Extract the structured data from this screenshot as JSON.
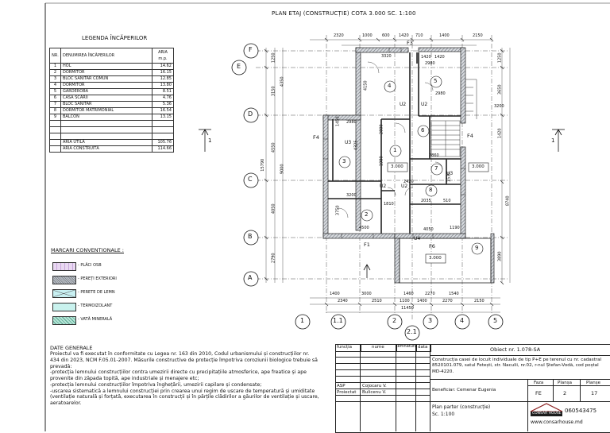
{
  "sheet": {
    "title": "PLAN ETAJ (CONSTRUCȚIE) COTA 3.000  SC. 1:100"
  },
  "legend": {
    "title": "LEGENDA ÎNCĂPERILOR",
    "headers": {
      "nr": "NR.",
      "name": "DENUMIREA ÎNCĂPERILOR",
      "area": "ARIA m.p."
    },
    "rows": [
      {
        "nr": "1",
        "name": "HOL",
        "area": "14.62"
      },
      {
        "nr": "2",
        "name": "DORMITOR",
        "area": "16.15"
      },
      {
        "nr": "3",
        "name": "BLOC SANITAR COMUN",
        "area": "12.85"
      },
      {
        "nr": "4",
        "name": "DORMITOR",
        "area": "13.80"
      },
      {
        "nr": "5",
        "name": "GARDEROBA",
        "area": "8.51"
      },
      {
        "nr": "6",
        "name": "CASA SCĂRII",
        "area": "4.76"
      },
      {
        "nr": "7",
        "name": "BLOC SANITAR",
        "area": "5.36"
      },
      {
        "nr": "8",
        "name": "DORMITOR MATRIMONIAL",
        "area": "16.54"
      },
      {
        "nr": "9",
        "name": "BALCON",
        "area": "13.15"
      }
    ],
    "totals": [
      {
        "name": "ARIA UTILĂ",
        "area": "105.76"
      },
      {
        "name": "ARIA CONSTRUITĂ",
        "area": "114.66"
      }
    ]
  },
  "conventions": {
    "title": "MARCARI CONVENTIONALE :",
    "items": [
      {
        "label": "- PLĂCI OSB",
        "color": "#e9d8f2"
      },
      {
        "label": "- PEREȚI EXTERIORI",
        "color": "#9aa0a8"
      },
      {
        "label": "- PERETE DE LEMN",
        "color": "#c8f0f2"
      },
      {
        "label": "- TERMOIZOLANT",
        "color": "#c9f2ee"
      },
      {
        "label": "- VATĂ MINERALĂ",
        "color": "#b6e6d8"
      }
    ]
  },
  "general": {
    "heading": "DATE GENERALE",
    "paragraphs": [
      "Proiectul va fi executat în conformitate cu Legea nr. 163 din 2010, Codul urbanismului și construcțiilor nr. 434 din 2023, NCM F.05.01-2007. Măsurile constructive de protecție împotriva coroziunii biologice trebuie să prevadă:",
      "-protecția lemnului construcțiilor contra umezirii directe cu precipitațiile atmosferice, ape freatice și ape provenite din zăpada topită, ape industriale și menajere etc;",
      "-protecția lemnului construcțiilor împotriva înghețării, umezirii capilare și condensate;",
      "-uscarea sistematică a lemnului construcției prin crearea unui regim de uscare de temperatură și umiditate (ventilație naturală și forțată, executarea în construcții și în părțile clădirilor a găurilor de ventilație și uscare, aeratoarelor."
    ]
  },
  "plan": {
    "axes_letters": [
      "F",
      "E",
      "D",
      "C",
      "B",
      "A"
    ],
    "axes_numbers": [
      "1",
      "1.1",
      "2",
      "2.1",
      "3",
      "4",
      "5"
    ],
    "top_dims": [
      "2320",
      "1000",
      "600",
      "1420",
      "710",
      "1400",
      "2150"
    ],
    "top_dims2": [
      "3320",
      "1420",
      "1420",
      "2980"
    ],
    "bottom_dims": [
      "2340",
      "2510",
      "1100",
      "1400",
      "2270",
      "2150"
    ],
    "bottom_dims_inner": [
      "1400",
      "3000",
      "1460",
      "2270",
      "1540"
    ],
    "bottom_total": "11450",
    "left_dims": [
      "1250",
      "3150",
      "4350",
      "4550",
      "15790",
      "9000",
      "4050",
      "2790"
    ],
    "right_dims": [
      "1250",
      "3200",
      "3650",
      "1420",
      "8740",
      "3890"
    ],
    "room_dims": [
      "4150",
      "2980",
      "2980",
      "1450",
      "4325",
      "2800",
      "1980",
      "3200",
      "3750",
      "4500",
      "2420",
      "2035",
      "1530",
      "2860",
      "1190",
      "4050",
      "1810",
      "510"
    ],
    "rooms": [
      "1",
      "2",
      "3",
      "4",
      "5",
      "6",
      "7",
      "8",
      "9"
    ],
    "labels": [
      "F1",
      "F3",
      "F4",
      "F4",
      "F6",
      "U2",
      "U2",
      "U2",
      "U2",
      "U3",
      "U3",
      "U4"
    ],
    "levels": [
      "3.000",
      "3.000",
      "3.000",
      "3.000"
    ],
    "section_mark": "1"
  },
  "titleblock": {
    "head": [
      "funcția",
      "nume",
      "semnătura",
      "data"
    ],
    "people": [
      {
        "role": "ASP",
        "name": "Cojocaru V."
      },
      {
        "role": "Proiectat",
        "name": "Bulicenu V."
      }
    ],
    "object": "Obiect nr. 1.078-SA",
    "description": "Construcția casei de locuit individuale de tip P+E pe terenul cu nr. cadastral 8520101.079, satul Fetești, str. Naculii, nr.02, r-nul Ștefan-Vodă, cod poștal MD-4220.",
    "beneficiary": "Beneficiar: Cemenar Eugenia",
    "drawing": "Plan parter (construcție)",
    "scale": "Sc. 1:100",
    "phase_head": "Faza",
    "sheet_head": "Planșa",
    "sheets_head": "Planșe",
    "phase": "FE",
    "sheet": "2",
    "sheets": "17",
    "company": "CONSAR HOUSE",
    "phone": "060543475",
    "web": "www.consarhouse.md"
  }
}
